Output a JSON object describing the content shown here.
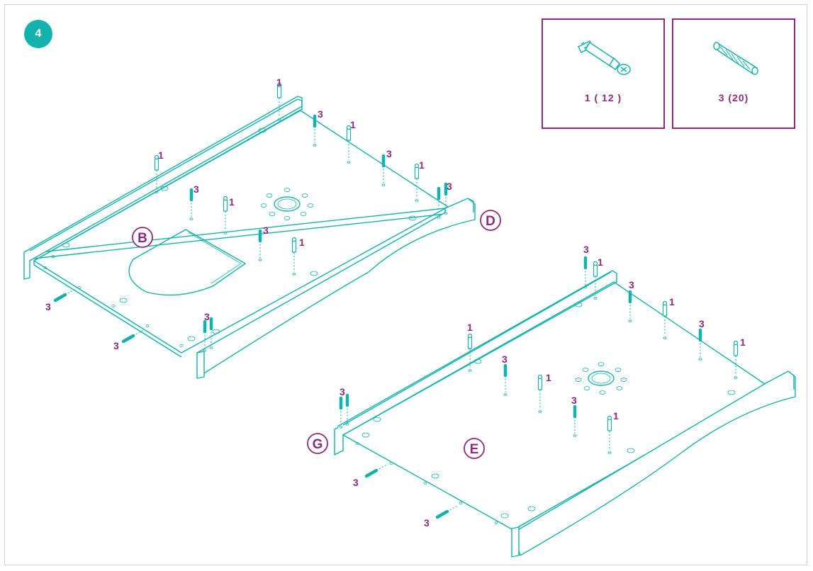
{
  "step": {
    "number": "4"
  },
  "parts": [
    {
      "label": "1 ( 12 )",
      "icon": "cam-bolt-icon"
    },
    {
      "label": "3 (20)",
      "icon": "wood-dowel-icon"
    }
  ],
  "panels": {
    "b": "B",
    "d": "D",
    "e": "E",
    "g": "G"
  },
  "callouts": {
    "cam_bolt": "1",
    "dowel": "3"
  },
  "colors": {
    "line": "#14b2ad",
    "label": "#8e2a7e",
    "badge": "#14b2ad"
  }
}
